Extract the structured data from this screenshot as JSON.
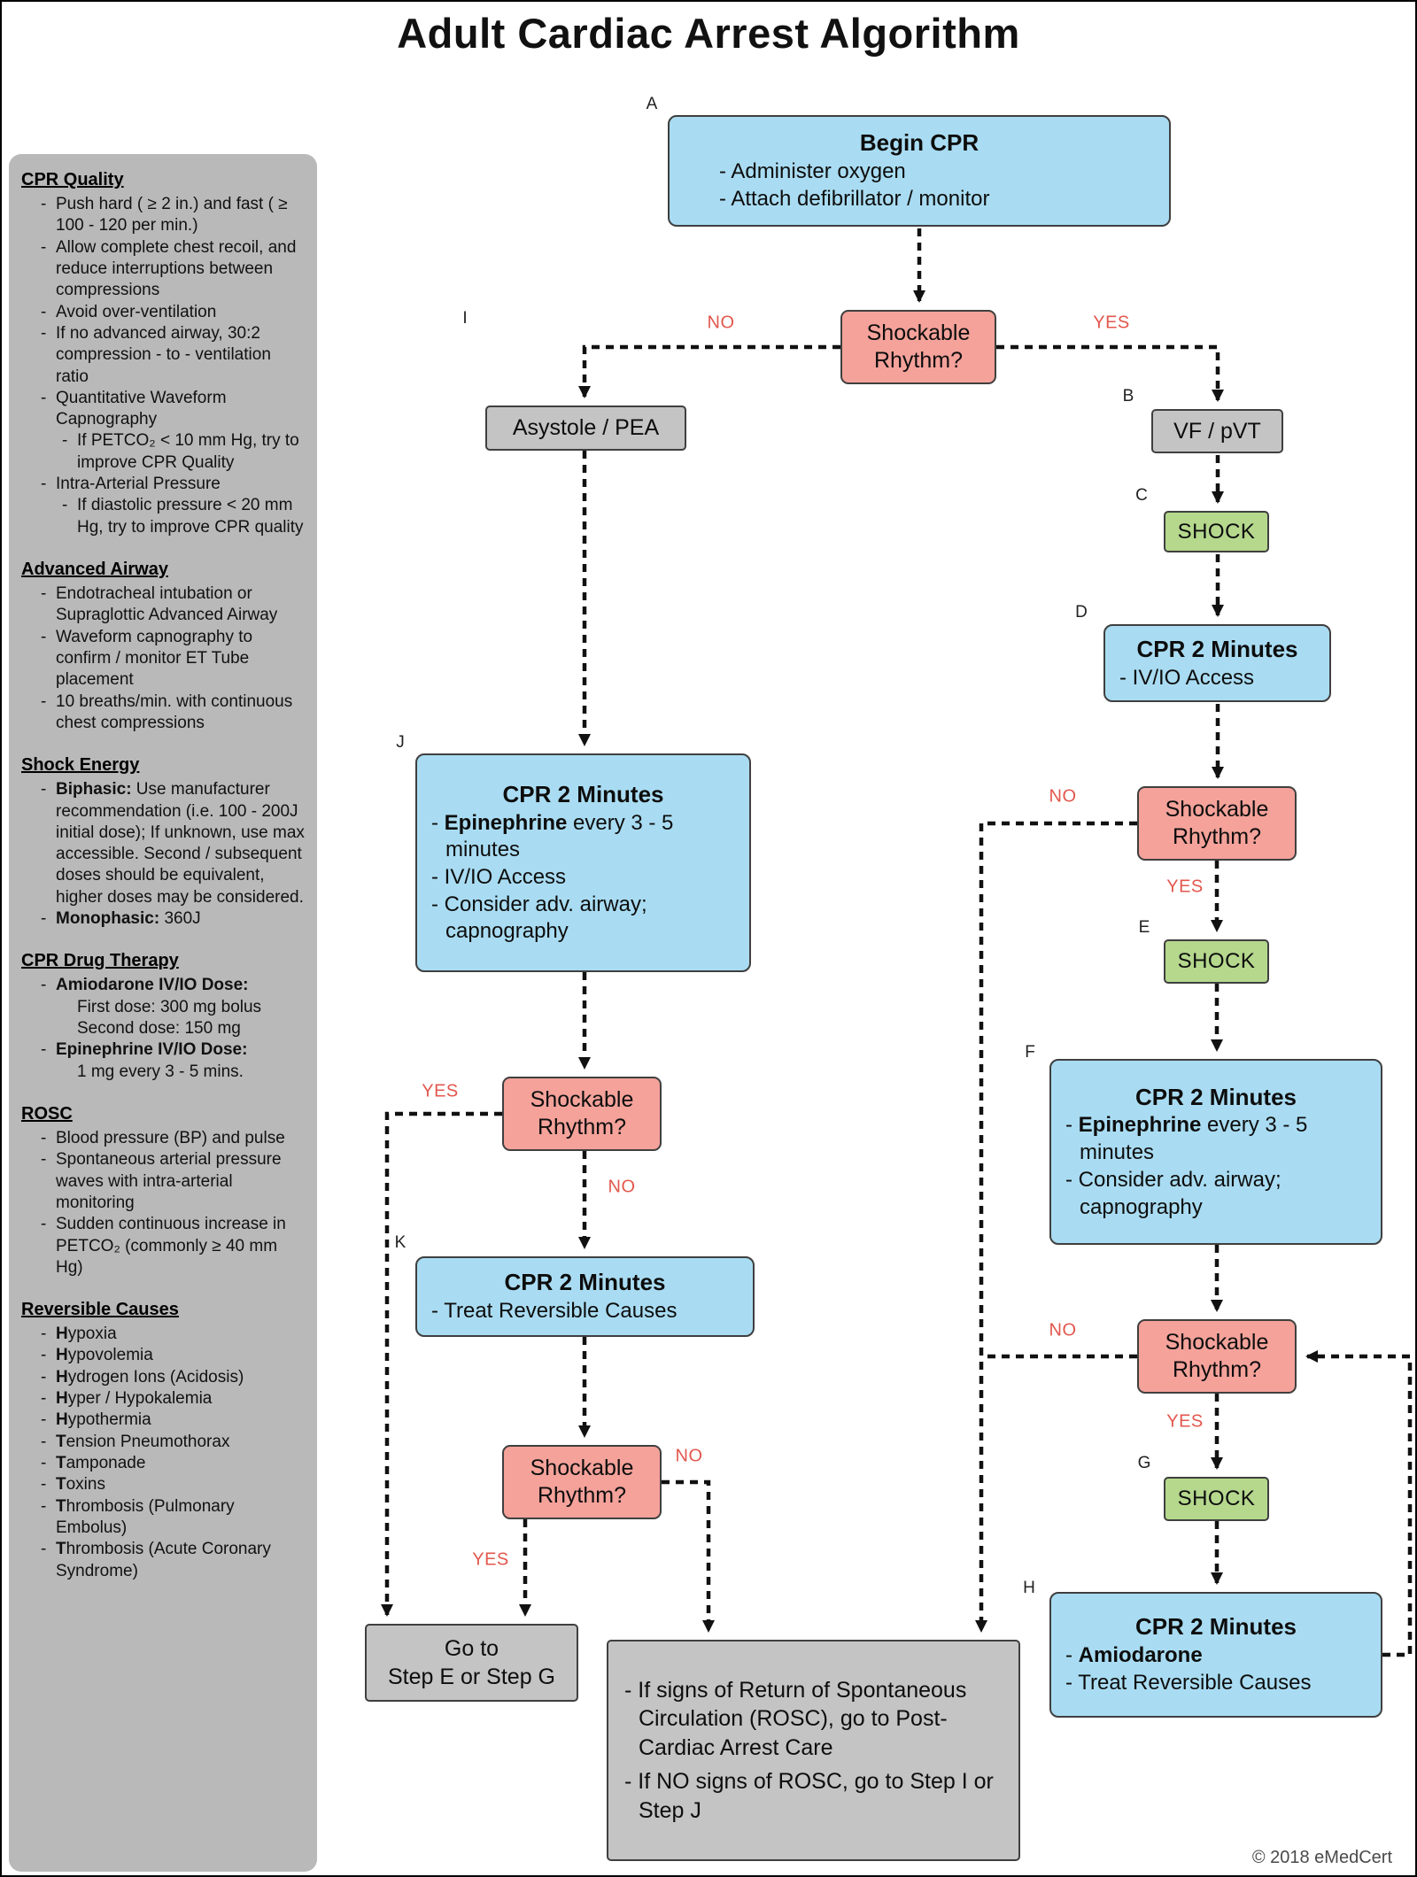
{
  "title": "Adult Cardiac Arrest Algorithm",
  "copyright": "© 2018 eMedCert",
  "colors": {
    "action_box": "#a9dcf2",
    "decision_box": "#f4a29a",
    "shock_box": "#b5d88d",
    "terminal_box": "#c4c4c4",
    "sidebar_bg": "#b9b9b9",
    "arrow": "#111111",
    "branch_label": "#e2574d"
  },
  "sidebar": {
    "sections": [
      {
        "heading": "CPR Quality",
        "items": [
          {
            "t": "Push hard ( ≥ 2 in.) and fast ( ≥ 100 - 120 per min.)"
          },
          {
            "t": "Allow complete chest recoil, and reduce interruptions between compressions"
          },
          {
            "t": "Avoid over-ventilation"
          },
          {
            "t": "If no advanced airway, 30:2 compression - to - ventilation ratio"
          },
          {
            "t": "Quantitative Waveform Capnography"
          },
          {
            "t": "If PETCO₂ < 10 mm Hg, try to improve CPR Quality",
            "indent": 2
          },
          {
            "t": "Intra-Arterial Pressure"
          },
          {
            "t": "If diastolic pressure < 20 mm Hg, try to improve CPR quality",
            "indent": 2
          }
        ]
      },
      {
        "heading": "Advanced Airway",
        "items": [
          {
            "t": "Endotracheal intubation or Supraglottic Advanced Airway"
          },
          {
            "t": "Waveform capnography to confirm / monitor ET Tube placement"
          },
          {
            "t": "10 breaths/min. with continuous chest compressions"
          }
        ]
      },
      {
        "heading": "Shock Energy",
        "items": [
          {
            "b": "Biphasic:",
            "t": " Use manufacturer recommendation (i.e. 100 - 200J initial dose); If unknown, use max accessible.  Second / subsequent doses should be equivalent, higher doses may be considered."
          },
          {
            "b": "Monophasic:",
            "t": " 360J"
          }
        ]
      },
      {
        "heading": "CPR Drug Therapy",
        "items": [
          {
            "b": "Amiodarone IV/IO Dose:"
          },
          {
            "t": "First dose: 300 mg bolus",
            "nodash": true,
            "indent": 2
          },
          {
            "t": "Second dose: 150 mg",
            "nodash": true,
            "indent": 2
          },
          {
            "b": "Epinephrine IV/IO Dose:"
          },
          {
            "t": "1 mg every 3 - 5 mins.",
            "nodash": true,
            "indent": 2
          }
        ]
      },
      {
        "heading": "ROSC",
        "items": [
          {
            "t": "Blood pressure (BP) and pulse"
          },
          {
            "t": "Spontaneous arterial pressure waves with intra-arterial monitoring"
          },
          {
            "t": "Sudden continuous increase in PETCO₂ (commonly ≥ 40 mm Hg)"
          }
        ]
      },
      {
        "heading": "Reversible Causes",
        "items": [
          {
            "b": "H",
            "t": "ypoxia"
          },
          {
            "b": "H",
            "t": "ypovolemia"
          },
          {
            "b": "H",
            "t": "ydrogen Ions (Acidosis)"
          },
          {
            "b": "H",
            "t": "yper / Hypokalemia"
          },
          {
            "b": "H",
            "t": "ypothermia"
          },
          {
            "b": "T",
            "t": "ension Pneumothorax"
          },
          {
            "b": "T",
            "t": "amponade"
          },
          {
            "b": "T",
            "t": "oxins"
          },
          {
            "b": "T",
            "t": "hrombosis (Pulmonary Embolus)"
          },
          {
            "b": "T",
            "t": "hrombosis (Acute Coronary Syndrome)"
          }
        ]
      }
    ]
  },
  "flowchart": {
    "yes": "YES",
    "no": "NO",
    "decision_label": "Shockable\nRhythm?",
    "shock_label": "SHOCK",
    "step_labels": {
      "A": "A",
      "B": "B",
      "C": "C",
      "D": "D",
      "E": "E",
      "F": "F",
      "G": "G",
      "H": "H",
      "I": "I",
      "J": "J",
      "K": "K"
    },
    "nodes": {
      "begin": {
        "title": "Begin CPR",
        "lines": [
          {
            "pre": "- Administer oxygen"
          },
          {
            "pre": "- Attach defibrillator / monitor"
          }
        ]
      },
      "asystole": {
        "label": "Asystole / PEA"
      },
      "vfpvt": {
        "label": "VF / pVT"
      },
      "d": {
        "title": "CPR 2 Minutes",
        "lines": [
          {
            "pre": "- IV/IO Access"
          }
        ]
      },
      "f": {
        "title": "CPR 2 Minutes",
        "lines": [
          {
            "pre": "- ",
            "bold": "Epinephrine",
            "post": " every 3 - 5 minutes"
          },
          {
            "pre": "- Consider adv. airway; capnography"
          }
        ]
      },
      "h": {
        "title": "CPR 2 Minutes",
        "lines": [
          {
            "pre": "- ",
            "bold": "Amiodarone"
          },
          {
            "pre": "- Treat Reversible Causes"
          }
        ]
      },
      "j": {
        "title": "CPR 2 Minutes",
        "lines": [
          {
            "pre": "- ",
            "bold": "Epinephrine",
            "post": " every 3 - 5 minutes"
          },
          {
            "pre": "- IV/IO Access"
          },
          {
            "pre": "- Consider adv. airway; capnography"
          }
        ]
      },
      "k": {
        "title": "CPR 2 Minutes",
        "lines": [
          {
            "pre": "- Treat Reversible Causes"
          }
        ]
      },
      "goto_eg": {
        "label": "Go to\nStep E or Step G"
      },
      "rosc_note": {
        "lines": [
          {
            "pre": "- If signs of Return of Spontaneous Circulation (ROSC), go to Post-Cardiac Arrest Care"
          },
          {
            "pre": "- If NO signs of ROSC, go to Step I or Step J"
          }
        ]
      }
    }
  }
}
